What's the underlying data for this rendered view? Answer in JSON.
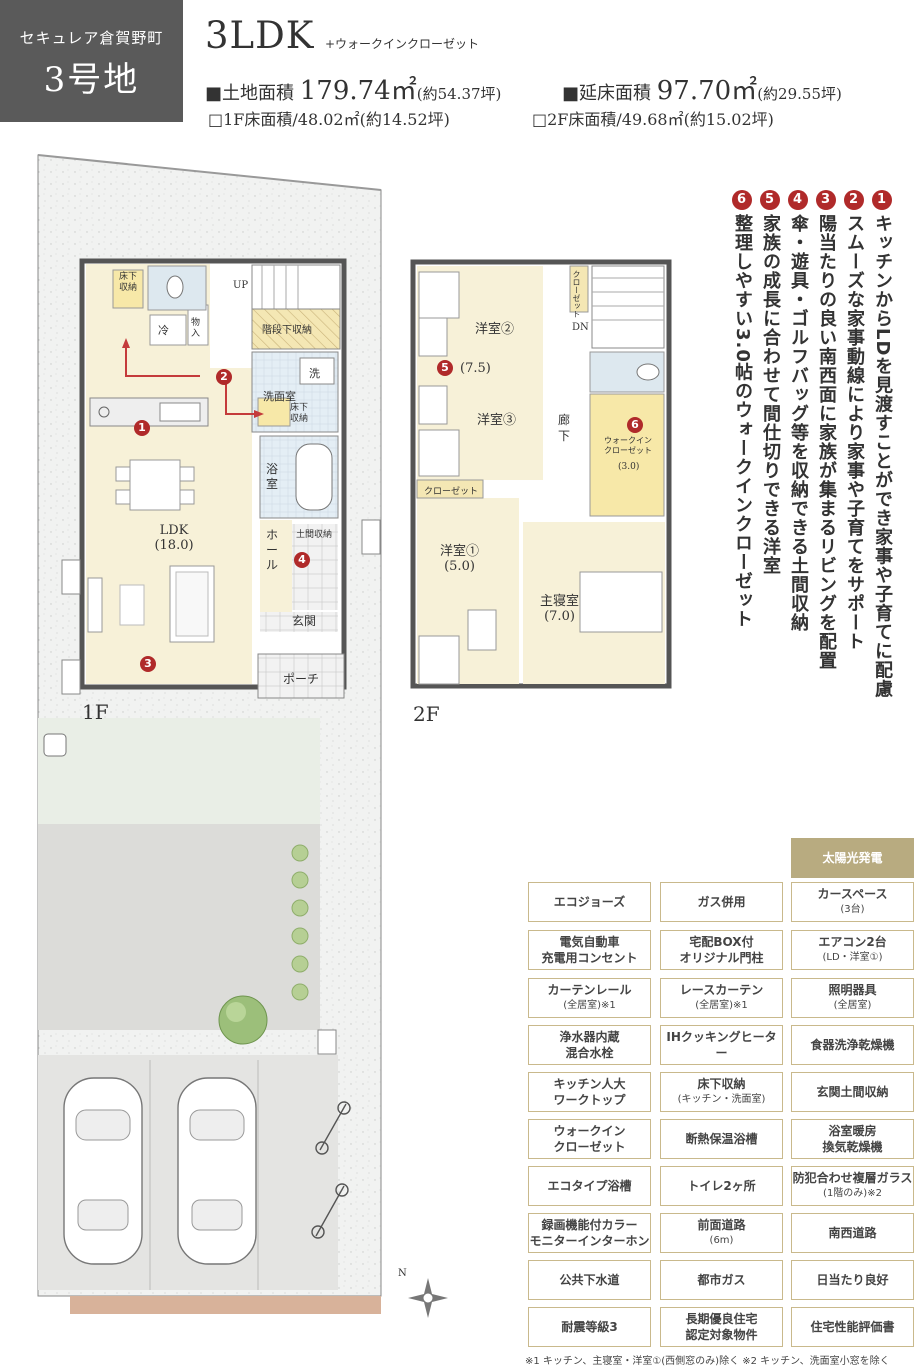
{
  "header": {
    "development": "セキュレア倉賀野町",
    "lot": "3号地",
    "plan_type": "3LDK",
    "plan_sub": "+ウォークインクローゼット",
    "land_label": "■土地面積",
    "land_value": "179.74㎡",
    "land_tsubo": "(約54.37坪)",
    "floor_label": "■延床面積",
    "floor_value": "97.70㎡",
    "floor_tsubo": "(約29.55坪)",
    "f1_area": "□1F床面積/48.02㎡(約14.52坪)",
    "f2_area": "□2F床面積/49.68㎡(約15.02坪)"
  },
  "features": [
    {
      "num": "1",
      "text": "キッチンからLDを見渡すことができ家事や子育てに配慮"
    },
    {
      "num": "2",
      "text": "スムーズな家事動線により家事や子育てをサポート"
    },
    {
      "num": "3",
      "text": "陽当たりの良い南西面に家族が集まるリビングを配置"
    },
    {
      "num": "4",
      "text": "傘・遊具・ゴルフバッグ等を収納できる土間収納"
    },
    {
      "num": "5",
      "text": "家族の成長に合わせて間仕切りできる洋室"
    },
    {
      "num": "6",
      "text": "整理しやすい3.0帖のウォークインクローゼット"
    }
  ],
  "floor1": {
    "label": "1F",
    "rooms": {
      "ldk": "LDK",
      "ldk_size": "(18.0)",
      "underfloor1": "床下\n収納",
      "fridge": "冷",
      "storage": "物入",
      "stair_storage": "階段下収納",
      "up": "UP",
      "wash": "洗",
      "washroom": "洗面室",
      "underfloor2": "床下\n収納",
      "bath": "浴室",
      "hall": "ホール",
      "doma": "土間収納",
      "entrance": "玄関",
      "porch": "ポーチ"
    },
    "badges": [
      "1",
      "2",
      "3",
      "4"
    ]
  },
  "floor2": {
    "label": "2F",
    "rooms": {
      "western2": "洋室②",
      "size23": "(7.5)",
      "western3": "洋室③",
      "closet1": "クローゼット",
      "closet2": "クローゼット",
      "dn": "DN",
      "corridor": "廊下",
      "wic": "ウォークイン\nクローゼット",
      "wic_size": "(3.0)",
      "western1": "洋室①",
      "western1_size": "(5.0)",
      "master": "主寝室",
      "master_size": "(7.0)"
    },
    "badges": [
      "5",
      "6"
    ]
  },
  "specs": [
    {
      "label": "太陽光発電",
      "highlight": true
    },
    {
      "label": "エコジョーズ"
    },
    {
      "label": "ガス併用"
    },
    {
      "label": "カースペース",
      "sub": "(3台)"
    },
    {
      "label": "電気自動車\n充電用コンセント"
    },
    {
      "label": "宅配BOX付\nオリジナル門柱"
    },
    {
      "label": "エアコン2台",
      "sub": "(LD・洋室①)"
    },
    {
      "label": "カーテンレール",
      "sub": "(全居室)※1"
    },
    {
      "label": "レースカーテン",
      "sub": "(全居室)※1"
    },
    {
      "label": "照明器具",
      "sub": "(全居室)"
    },
    {
      "label": "浄水器内蔵\n混合水栓"
    },
    {
      "label": "IHクッキングヒーター"
    },
    {
      "label": "食器洗浄乾燥機"
    },
    {
      "label": "キッチン人大\nワークトップ"
    },
    {
      "label": "床下収納",
      "sub": "(キッチン・洗面室)"
    },
    {
      "label": "玄関土間収納"
    },
    {
      "label": "ウォークイン\nクローゼット"
    },
    {
      "label": "断熱保温浴槽"
    },
    {
      "label": "浴室暖房\n換気乾燥機"
    },
    {
      "label": "エコタイプ浴槽"
    },
    {
      "label": "トイレ2ヶ所"
    },
    {
      "label": "防犯合わせ複層ガラス",
      "sub": "(1階のみ)※2"
    },
    {
      "label": "録画機能付カラー\nモニターインターホン"
    },
    {
      "label": "前面道路",
      "sub": "(6m)"
    },
    {
      "label": "南西道路"
    },
    {
      "label": "公共下水道"
    },
    {
      "label": "都市ガス"
    },
    {
      "label": "日当たり良好"
    },
    {
      "label": "耐震等級3"
    },
    {
      "label": "長期優良住宅\n認定対象物件"
    },
    {
      "label": "住宅性能評価書"
    }
  ],
  "footnote": "※1 キッチン、主寝室・洋室①(西側窓のみ)除く  ※2 キッチン、洗面室小窓を除く",
  "compass": "N",
  "colors": {
    "badge": "#b02a2a",
    "beige": "#f7f1d8",
    "spec_border": "#c9b98c",
    "header_bg": "#5a5a5a"
  }
}
